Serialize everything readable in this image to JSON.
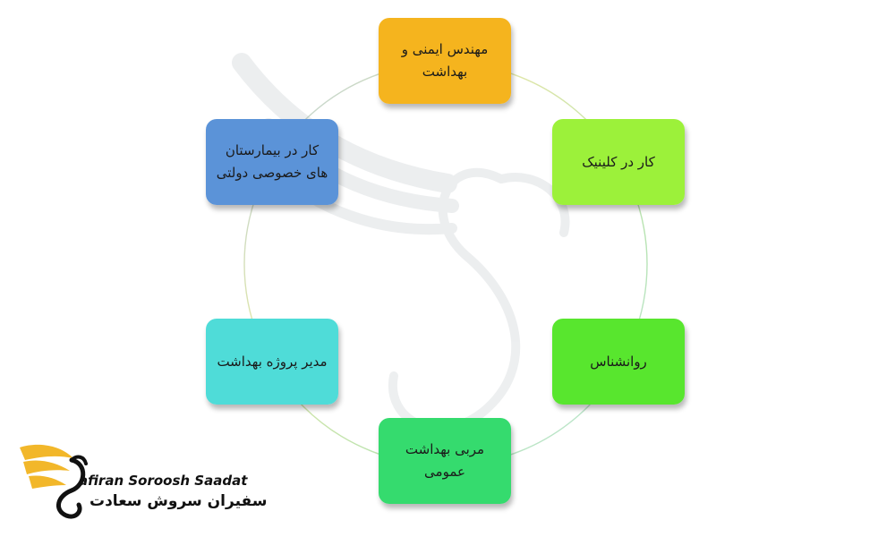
{
  "diagram": {
    "nodes": [
      {
        "id": "top",
        "label": "مهندس ایمنی و بهداشت",
        "color": "#f5b41e"
      },
      {
        "id": "upper-right",
        "label": "کار در کلینیک",
        "color": "#9cf13a"
      },
      {
        "id": "lower-right",
        "label": "روانشناس",
        "color": "#58e62e"
      },
      {
        "id": "bottom",
        "label": "مربی بهداشت عمومی",
        "color": "#35db6e"
      },
      {
        "id": "lower-left",
        "label": "مدیر پروژه بهداشت",
        "color": "#4fdcd8"
      },
      {
        "id": "upper-left",
        "label": "کار در بیمارستان های خصوصی دولتی",
        "color": "#5b93d8"
      }
    ],
    "ring_color": "#c9d6c9"
  },
  "logo": {
    "name_en": "afiran Soroosh Saadat",
    "name_fa": "سفیران سروش سعادت",
    "wing_color": "#f2b72a"
  }
}
